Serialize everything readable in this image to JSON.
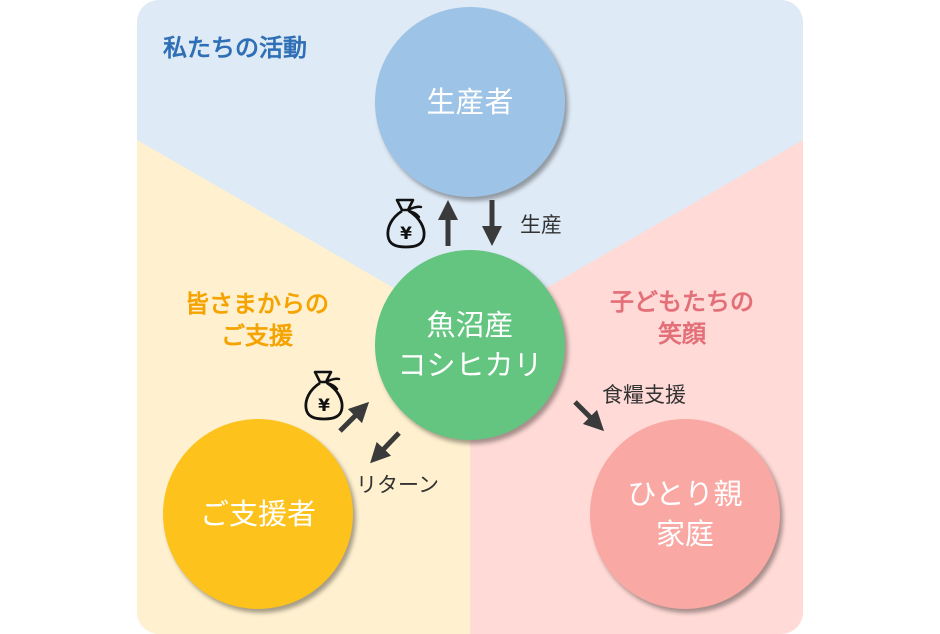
{
  "colors": {
    "region_top": "#deeaf6",
    "region_left": "#fff1cf",
    "region_right": "#ffdad6",
    "producer_circle": "#9dc3e6",
    "rice_circle": "#63c57f",
    "supporter_circle": "#fdc21c",
    "family_circle": "#f9a8a4",
    "label_blue": "#2e6fb5",
    "label_orange": "#f5a300",
    "label_pink": "#e36f78",
    "arrow": "#3a3a3a"
  },
  "regions": {
    "top": {
      "label": "私たちの活動"
    },
    "left": {
      "label_line1": "皆さまからの",
      "label_line2": "ご支援"
    },
    "right": {
      "label_line1": "子どもたちの",
      "label_line2": "笑顔"
    }
  },
  "nodes": {
    "producer": {
      "label": "生産者"
    },
    "rice": {
      "label_line1": "魚沼産",
      "label_line2": "コシヒカリ"
    },
    "supporter": {
      "label": "ご支援者"
    },
    "family": {
      "label_line1": "ひとり親",
      "label_line2": "家庭"
    }
  },
  "flows": {
    "production": {
      "label": "生産",
      "icon": "arrow-down-icon"
    },
    "payment_to_producer": {
      "icon": "money-bag-yen-icon",
      "arrow": "arrow-up-icon"
    },
    "donation": {
      "icon": "money-bag-yen-icon",
      "arrow": "arrow-up-right-icon"
    },
    "return": {
      "label": "リターン",
      "arrow": "arrow-down-left-icon"
    },
    "food_support": {
      "label": "食糧支援",
      "arrow": "arrow-down-right-icon"
    }
  },
  "icons": {
    "yen_symbol": "¥"
  }
}
